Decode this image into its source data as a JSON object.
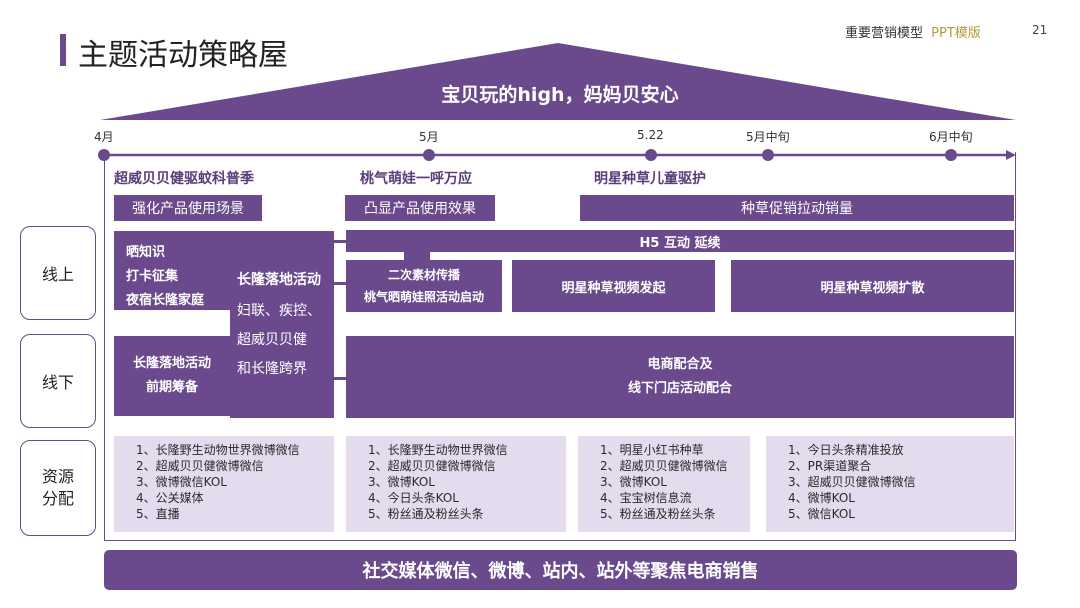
{
  "header": {
    "title": "主题活动策略屋",
    "subtitle_main": "重要营销模型",
    "subtitle_accent": "PPT模版",
    "page_number": "21"
  },
  "roof": {
    "text": "宝贝玩的high，妈妈贝安心"
  },
  "timeline": {
    "milestones": [
      "4月",
      "5月",
      "5.22",
      "5月中旬",
      "6月中旬"
    ]
  },
  "themes": [
    {
      "title": "超威贝贝健驱蚊科普季",
      "tag": "强化产品使用场景"
    },
    {
      "title": "桃气萌娃一呼万应",
      "tag": "凸显产品使用效果"
    },
    {
      "title": "明星种草儿童驱护",
      "tag": "种草促销拉动销量"
    }
  ],
  "side_labels": {
    "online": "线上",
    "offline": "线下",
    "resources": "资源\n分配"
  },
  "blocks": {
    "online_list": [
      "晒知识",
      "打卡征集",
      "夜宿长隆家庭"
    ],
    "center_title": "长隆落地活动",
    "center_body": [
      "妇联、疾控、",
      "超威贝贝健",
      "和长隆跨界"
    ],
    "h5": "H5 互动 延续",
    "secondary_line1": "二次素材传播",
    "secondary_line2": "桃气晒萌娃照活动启动",
    "video_start": "明星种草视频发起",
    "video_spread": "明星种草视频扩散",
    "offline_line1": "长隆落地活动",
    "offline_line2": "前期筹备",
    "ecommerce_line1": "电商配合及",
    "ecommerce_line2": "线下门店活动配合"
  },
  "resources": [
    [
      "1、长隆野生动物世界微博微信",
      "2、超威贝贝健微博微信",
      "3、微博微信KOL",
      "4、公关媒体",
      "5、直播"
    ],
    [
      "1、长隆野生动物世界微信",
      "2、超威贝贝健微博微信",
      "3、微博KOL",
      "4、今日头条KOL",
      "5、粉丝通及粉丝头条"
    ],
    [
      "1、明星小红书种草",
      "2、超威贝贝健微博微信",
      "3、微博KOL",
      "4、宝宝树信息流",
      "5、粉丝通及粉丝头条"
    ],
    [
      "1、今日头条精准投放",
      "2、PR渠道聚合",
      "3、超威贝贝健微博微信",
      "4、微博KOL",
      "5、微信KOL"
    ]
  ],
  "footer": {
    "text": "社交媒体微信、微博、站内、站外等聚焦电商销售"
  },
  "colors": {
    "primary": "#6a4a8c",
    "light": "#e4dcee",
    "accent": "#b69a3c"
  }
}
